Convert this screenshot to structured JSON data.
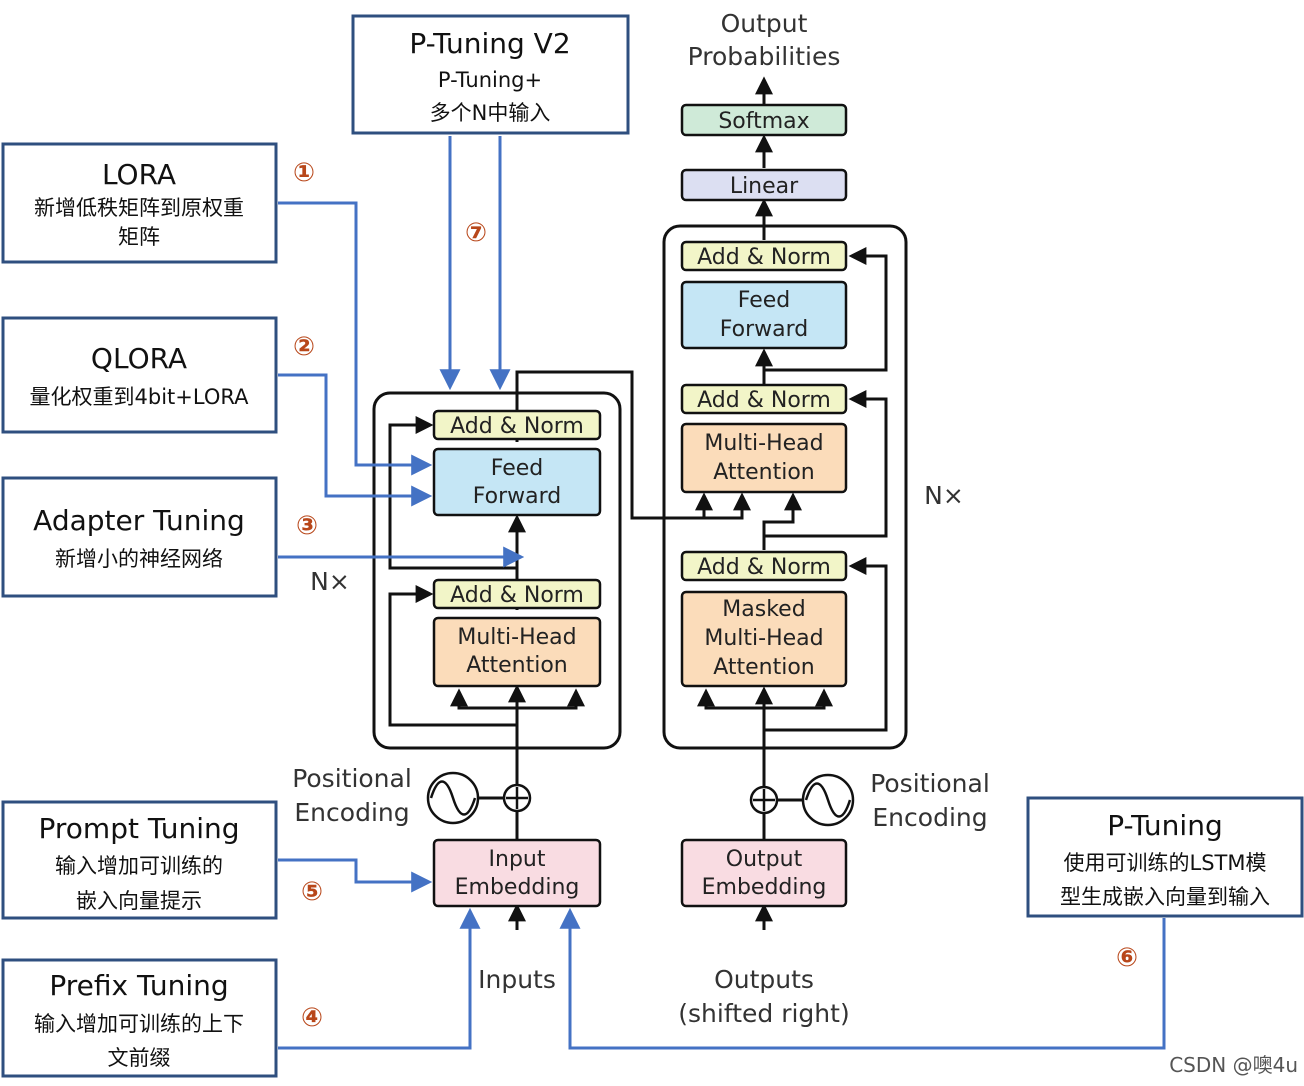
{
  "side_boxes": {
    "ptv2": {
      "title": "P-Tuning V2",
      "lines": [
        "P-Tuning+",
        "多个N中输入"
      ]
    },
    "lora": {
      "title": "LORA",
      "lines": [
        "新增低秩矩阵到原权重",
        "矩阵"
      ]
    },
    "qlora": {
      "title": "QLORA",
      "lines": [
        "量化权重到4bit+LORA"
      ]
    },
    "adapter": {
      "title": "Adapter Tuning",
      "lines": [
        "新增小的神经网络"
      ]
    },
    "prompt": {
      "title": "Prompt Tuning",
      "lines": [
        "输入增加可训练的",
        "嵌入向量提示"
      ]
    },
    "prefix": {
      "title": "Prefix Tuning",
      "lines": [
        "输入增加可训练的上下",
        "文前缀"
      ]
    },
    "ptuning": {
      "title": "P-Tuning",
      "lines": [
        "使用可训练的LSTM模",
        "型生成嵌入向量到输入"
      ]
    }
  },
  "markers": [
    "①",
    "②",
    "③",
    "④",
    "⑤",
    "⑥",
    "⑦"
  ],
  "transformer": {
    "output_probabilities": [
      "Output",
      "Probabilities"
    ],
    "softmax": "Softmax",
    "linear": "Linear",
    "add_norm": "Add & Norm",
    "feed_forward": [
      "Feed",
      "Forward"
    ],
    "multi_head_attention": [
      "Multi-Head",
      "Attention"
    ],
    "masked_multi_head_attention": [
      "Masked",
      "Multi-Head",
      "Attention"
    ],
    "input_embedding": [
      "Input",
      "Embedding"
    ],
    "output_embedding": [
      "Output",
      "Embedding"
    ],
    "positional_encoding": [
      "Positional",
      "Encoding"
    ],
    "inputs": "Inputs",
    "outputs": [
      "Outputs",
      "(shifted right)"
    ],
    "nx": "N×"
  },
  "colors": {
    "side_border": "#2f4f7f",
    "arrow_blue": "#4472c4",
    "marker": "#b8471a",
    "add_norm": "#f2f5c8",
    "feed_forward": "#c5e6f5",
    "attention": "#fbdcba",
    "embedding": "#f9dce2",
    "softmax": "#cfead8",
    "linear": "#dcdff2"
  },
  "watermark": "CSDN @噢4u"
}
